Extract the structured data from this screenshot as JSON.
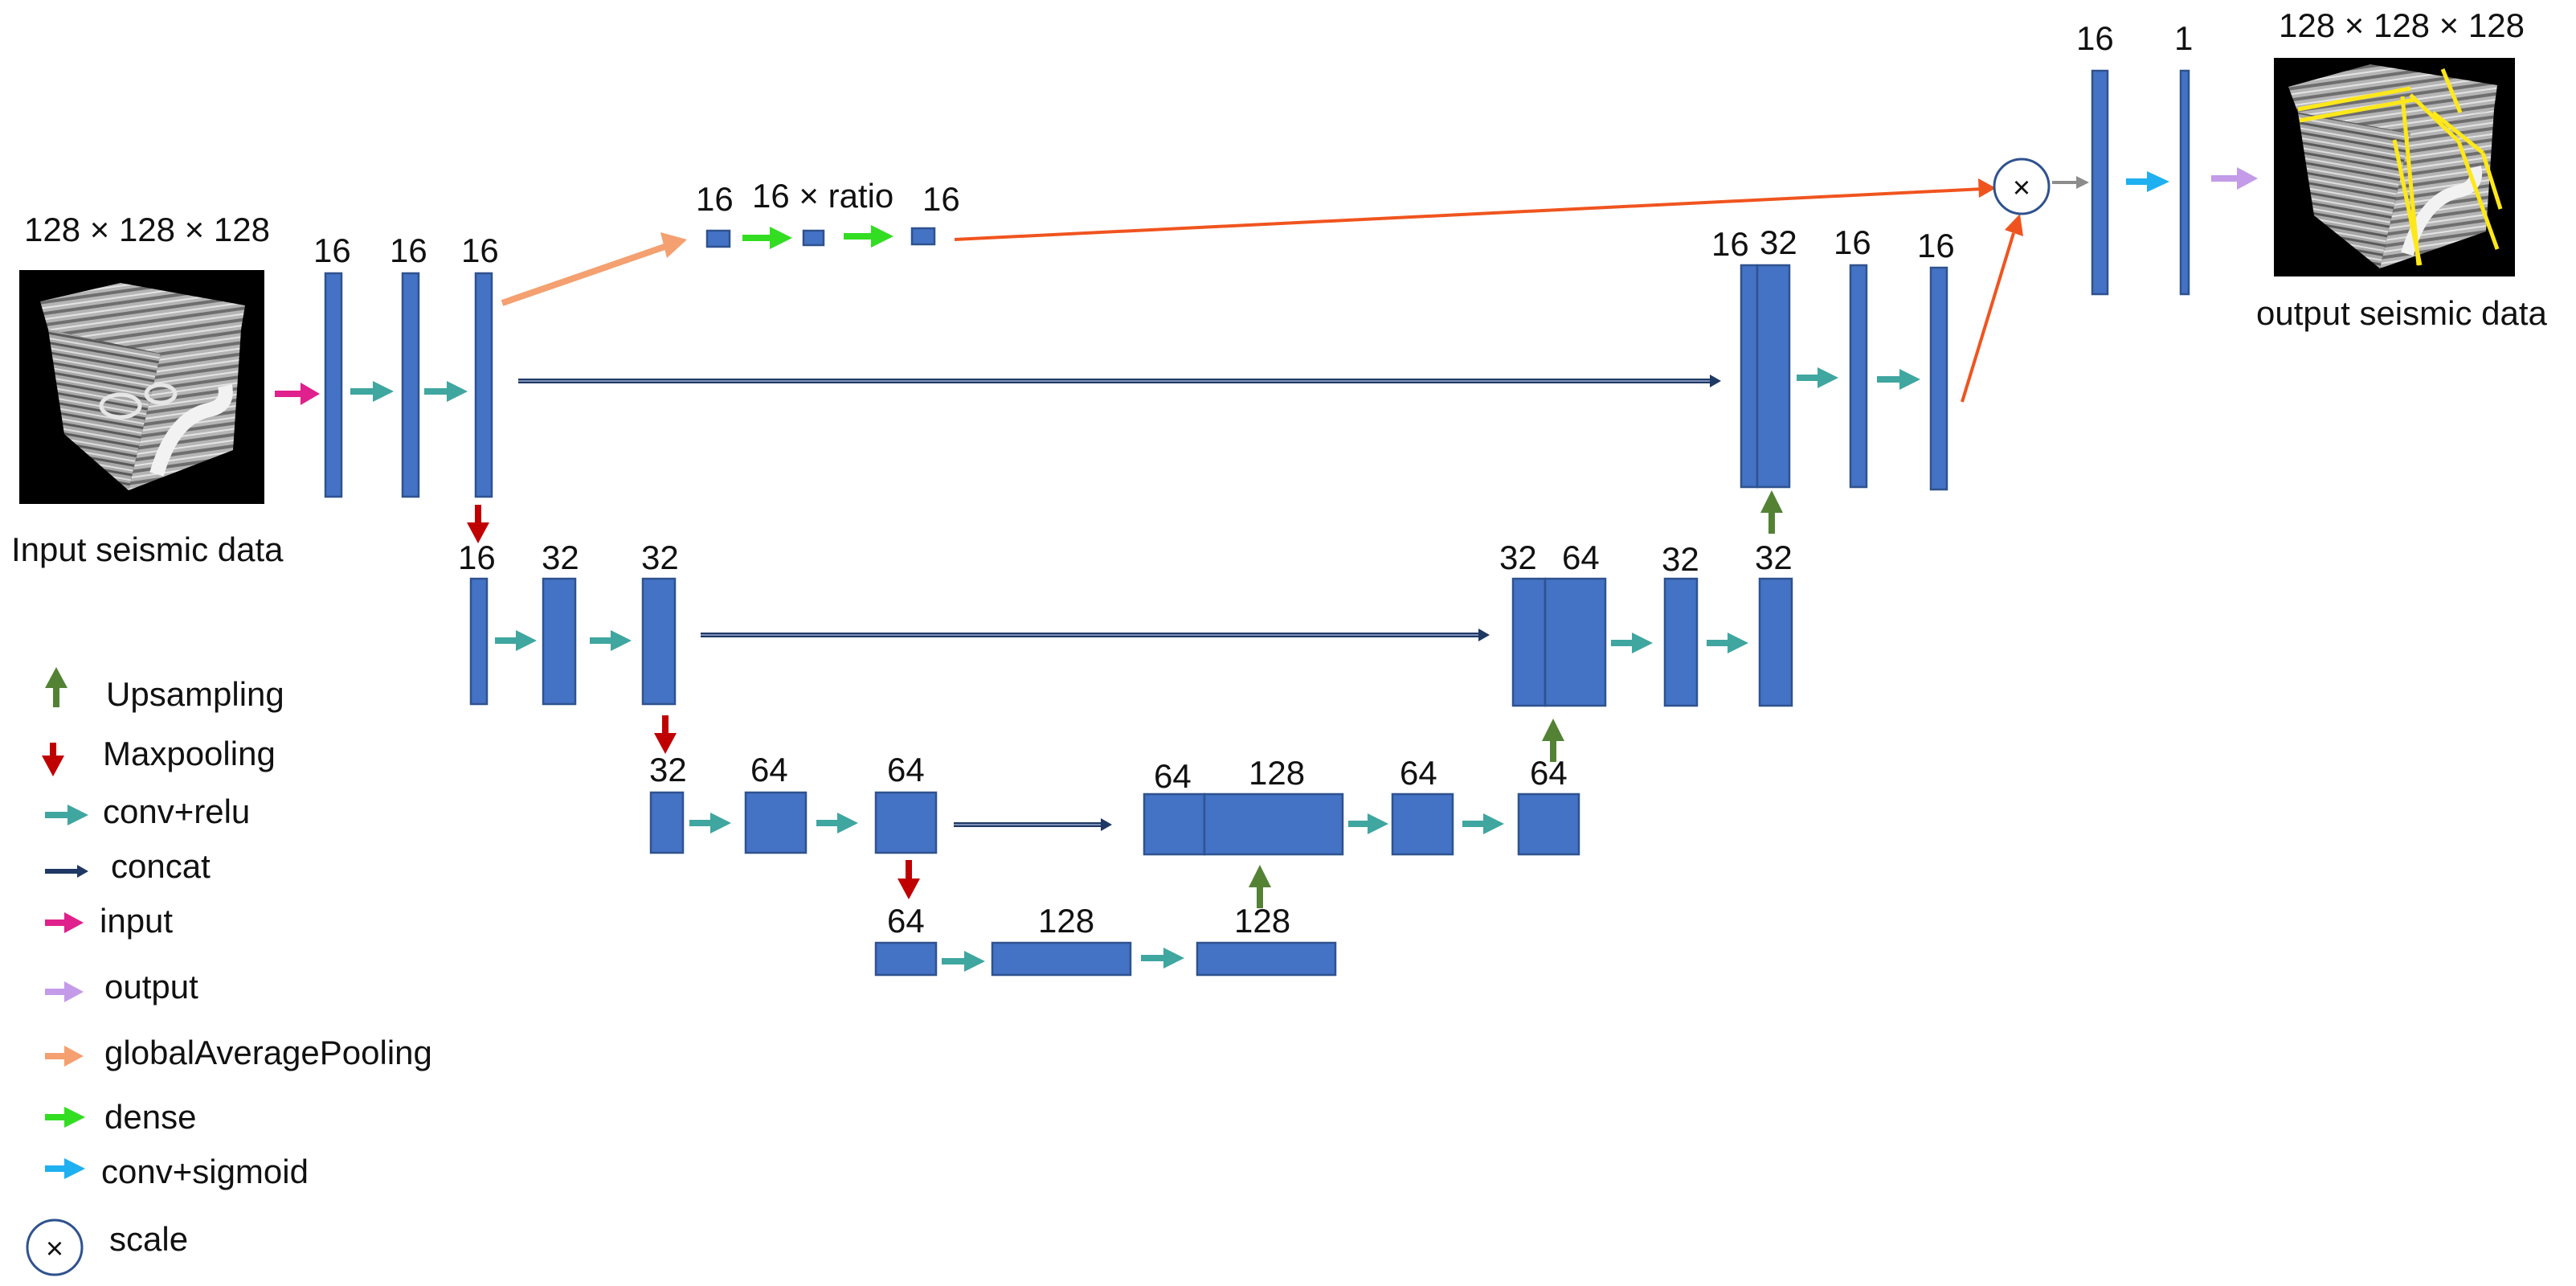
{
  "input_label": "Input seismic data",
  "output_label": "output seismic data",
  "input_dims": "128 × 128 × 128",
  "output_dims": "128 × 128 × 128",
  "se_labels": [
    "16",
    "16 × ratio",
    "16"
  ],
  "level1_encoder": [
    "16",
    "16",
    "16"
  ],
  "level2_encoder": [
    "16",
    "32",
    "32"
  ],
  "level3_encoder": [
    "32",
    "64",
    "64"
  ],
  "bottleneck": [
    "64",
    "128",
    "128"
  ],
  "level3_decoder": [
    "64",
    "128",
    "64",
    "64"
  ],
  "level2_decoder": [
    "32",
    "64",
    "32",
    "32"
  ],
  "level1_decoder": [
    "16",
    "32",
    "16",
    "16"
  ],
  "final_layers": [
    "16",
    "1"
  ],
  "scale_symbol": "×",
  "legend": [
    {
      "label": "Upsampling",
      "color": "#548235",
      "icon": "arrow-up-icon"
    },
    {
      "label": "Maxpooling",
      "color": "#C00000",
      "icon": "arrow-down-icon"
    },
    {
      "label": "conv+relu",
      "color": "#3FA6A0",
      "icon": "arrow-right-icon"
    },
    {
      "label": "concat",
      "color": "#1F3864",
      "icon": "thin-arrow-right-icon"
    },
    {
      "label": "input",
      "color": "#E0208C",
      "icon": "arrow-right-icon"
    },
    {
      "label": "output",
      "color": "#C39BE8",
      "icon": "arrow-right-icon"
    },
    {
      "label": "globalAveragePooling",
      "color": "#F4A070",
      "icon": "arrow-right-icon"
    },
    {
      "label": "dense",
      "color": "#33DD22",
      "icon": "arrow-right-icon"
    },
    {
      "label": "conv+sigmoid",
      "color": "#1EB0F0",
      "icon": "arrow-right-icon"
    },
    {
      "label": "scale",
      "color": "#2F528F",
      "icon": "multiply-circle-icon"
    }
  ],
  "colors": {
    "block": "#4472C4",
    "block_border": "#2F528F",
    "conv_relu": "#3FA6A0",
    "maxpool": "#C00000",
    "upsample": "#548235",
    "concat": "#1F3864",
    "input": "#E0208C",
    "output": "#C39BE8",
    "gap": "#F4A070",
    "dense": "#33DD22",
    "sigmoid": "#1EB0F0",
    "scale_path": "#F0541E"
  }
}
